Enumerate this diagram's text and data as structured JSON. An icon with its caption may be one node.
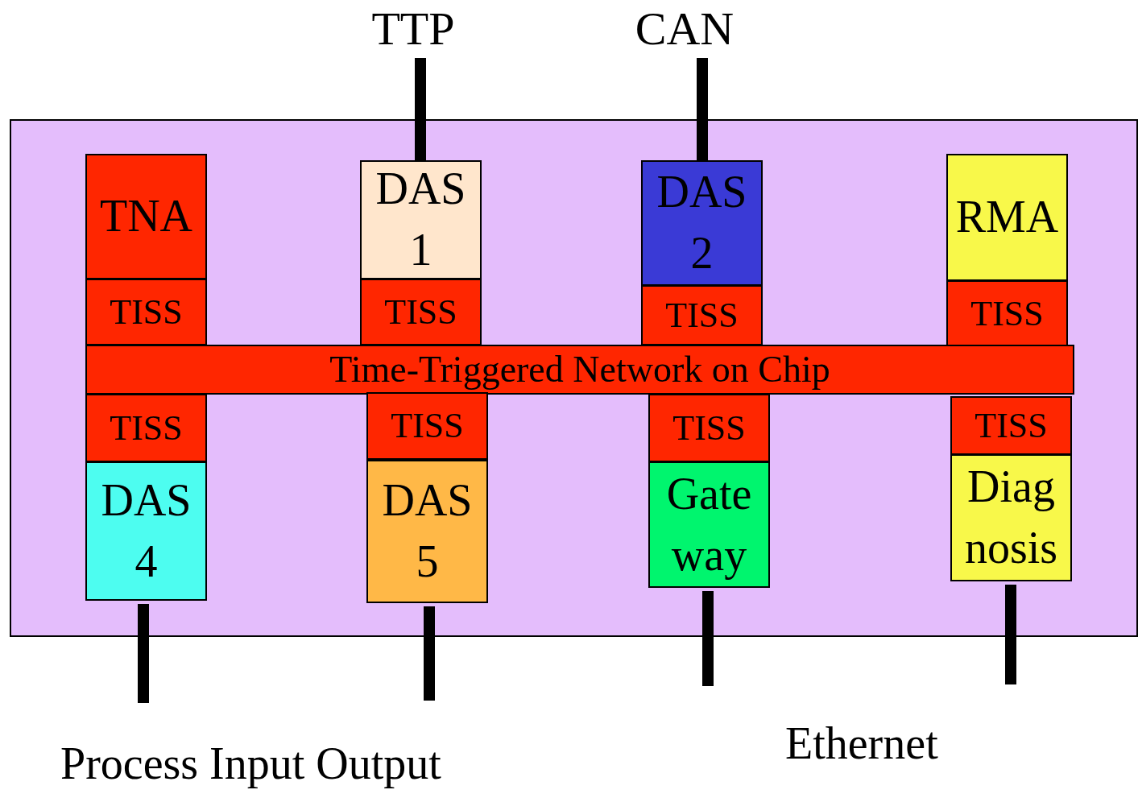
{
  "diagram": {
    "nodes": [
      {
        "text": [
          "TTP"
        ]
      },
      {
        "text": [
          "CAN"
        ]
      },
      {
        "text": [],
        "shape": "box"
      },
      {
        "text": [
          "TNA"
        ],
        "in": 2
      },
      {
        "text": [
          "DAS 1"
        ],
        "in": 2
      },
      {
        "text": [
          "DAS 2"
        ],
        "in": 2
      },
      {
        "text": [
          "RMA"
        ],
        "in": 2
      },
      {
        "text": [
          "TISS"
        ],
        "in": 2
      },
      {
        "text": [
          "TISS"
        ],
        "in": 2
      },
      {
        "text": [
          "TISS"
        ],
        "in": 2
      },
      {
        "text": [
          "TISS"
        ],
        "in": 2
      },
      {
        "text": [
          "Time-Triggered Network on Chip"
        ],
        "in": 2
      },
      {
        "text": [
          "TISS"
        ],
        "in": 2
      },
      {
        "text": [
          "TISS"
        ],
        "in": 2
      },
      {
        "text": [
          "TISS"
        ],
        "in": 2
      },
      {
        "text": [
          "TISS"
        ],
        "in": 2
      },
      {
        "text": [
          "DAS 4"
        ],
        "in": 2
      },
      {
        "text": [
          "DAS 5"
        ],
        "in": 2
      },
      {
        "text": [
          "Gate way"
        ],
        "in": 2
      },
      {
        "text": [
          "Diag nosis"
        ],
        "in": 2
      }
    ],
    "edges": [
      {
        "from": 0,
        "to": 4,
        "arrow": "none"
      },
      {
        "from": 1,
        "to": 5,
        "arrow": "none"
      },
      {
        "from": 16,
        "to": null,
        "arrow": "none"
      },
      {
        "from": 17,
        "to": null,
        "arrow": "none"
      },
      {
        "from": 18,
        "to": null,
        "arrow": "none"
      },
      {
        "from": 19,
        "to": null,
        "arrow": "none"
      }
    ],
    "labels": [
      "Process Input Output",
      "Ethernet"
    ]
  }
}
